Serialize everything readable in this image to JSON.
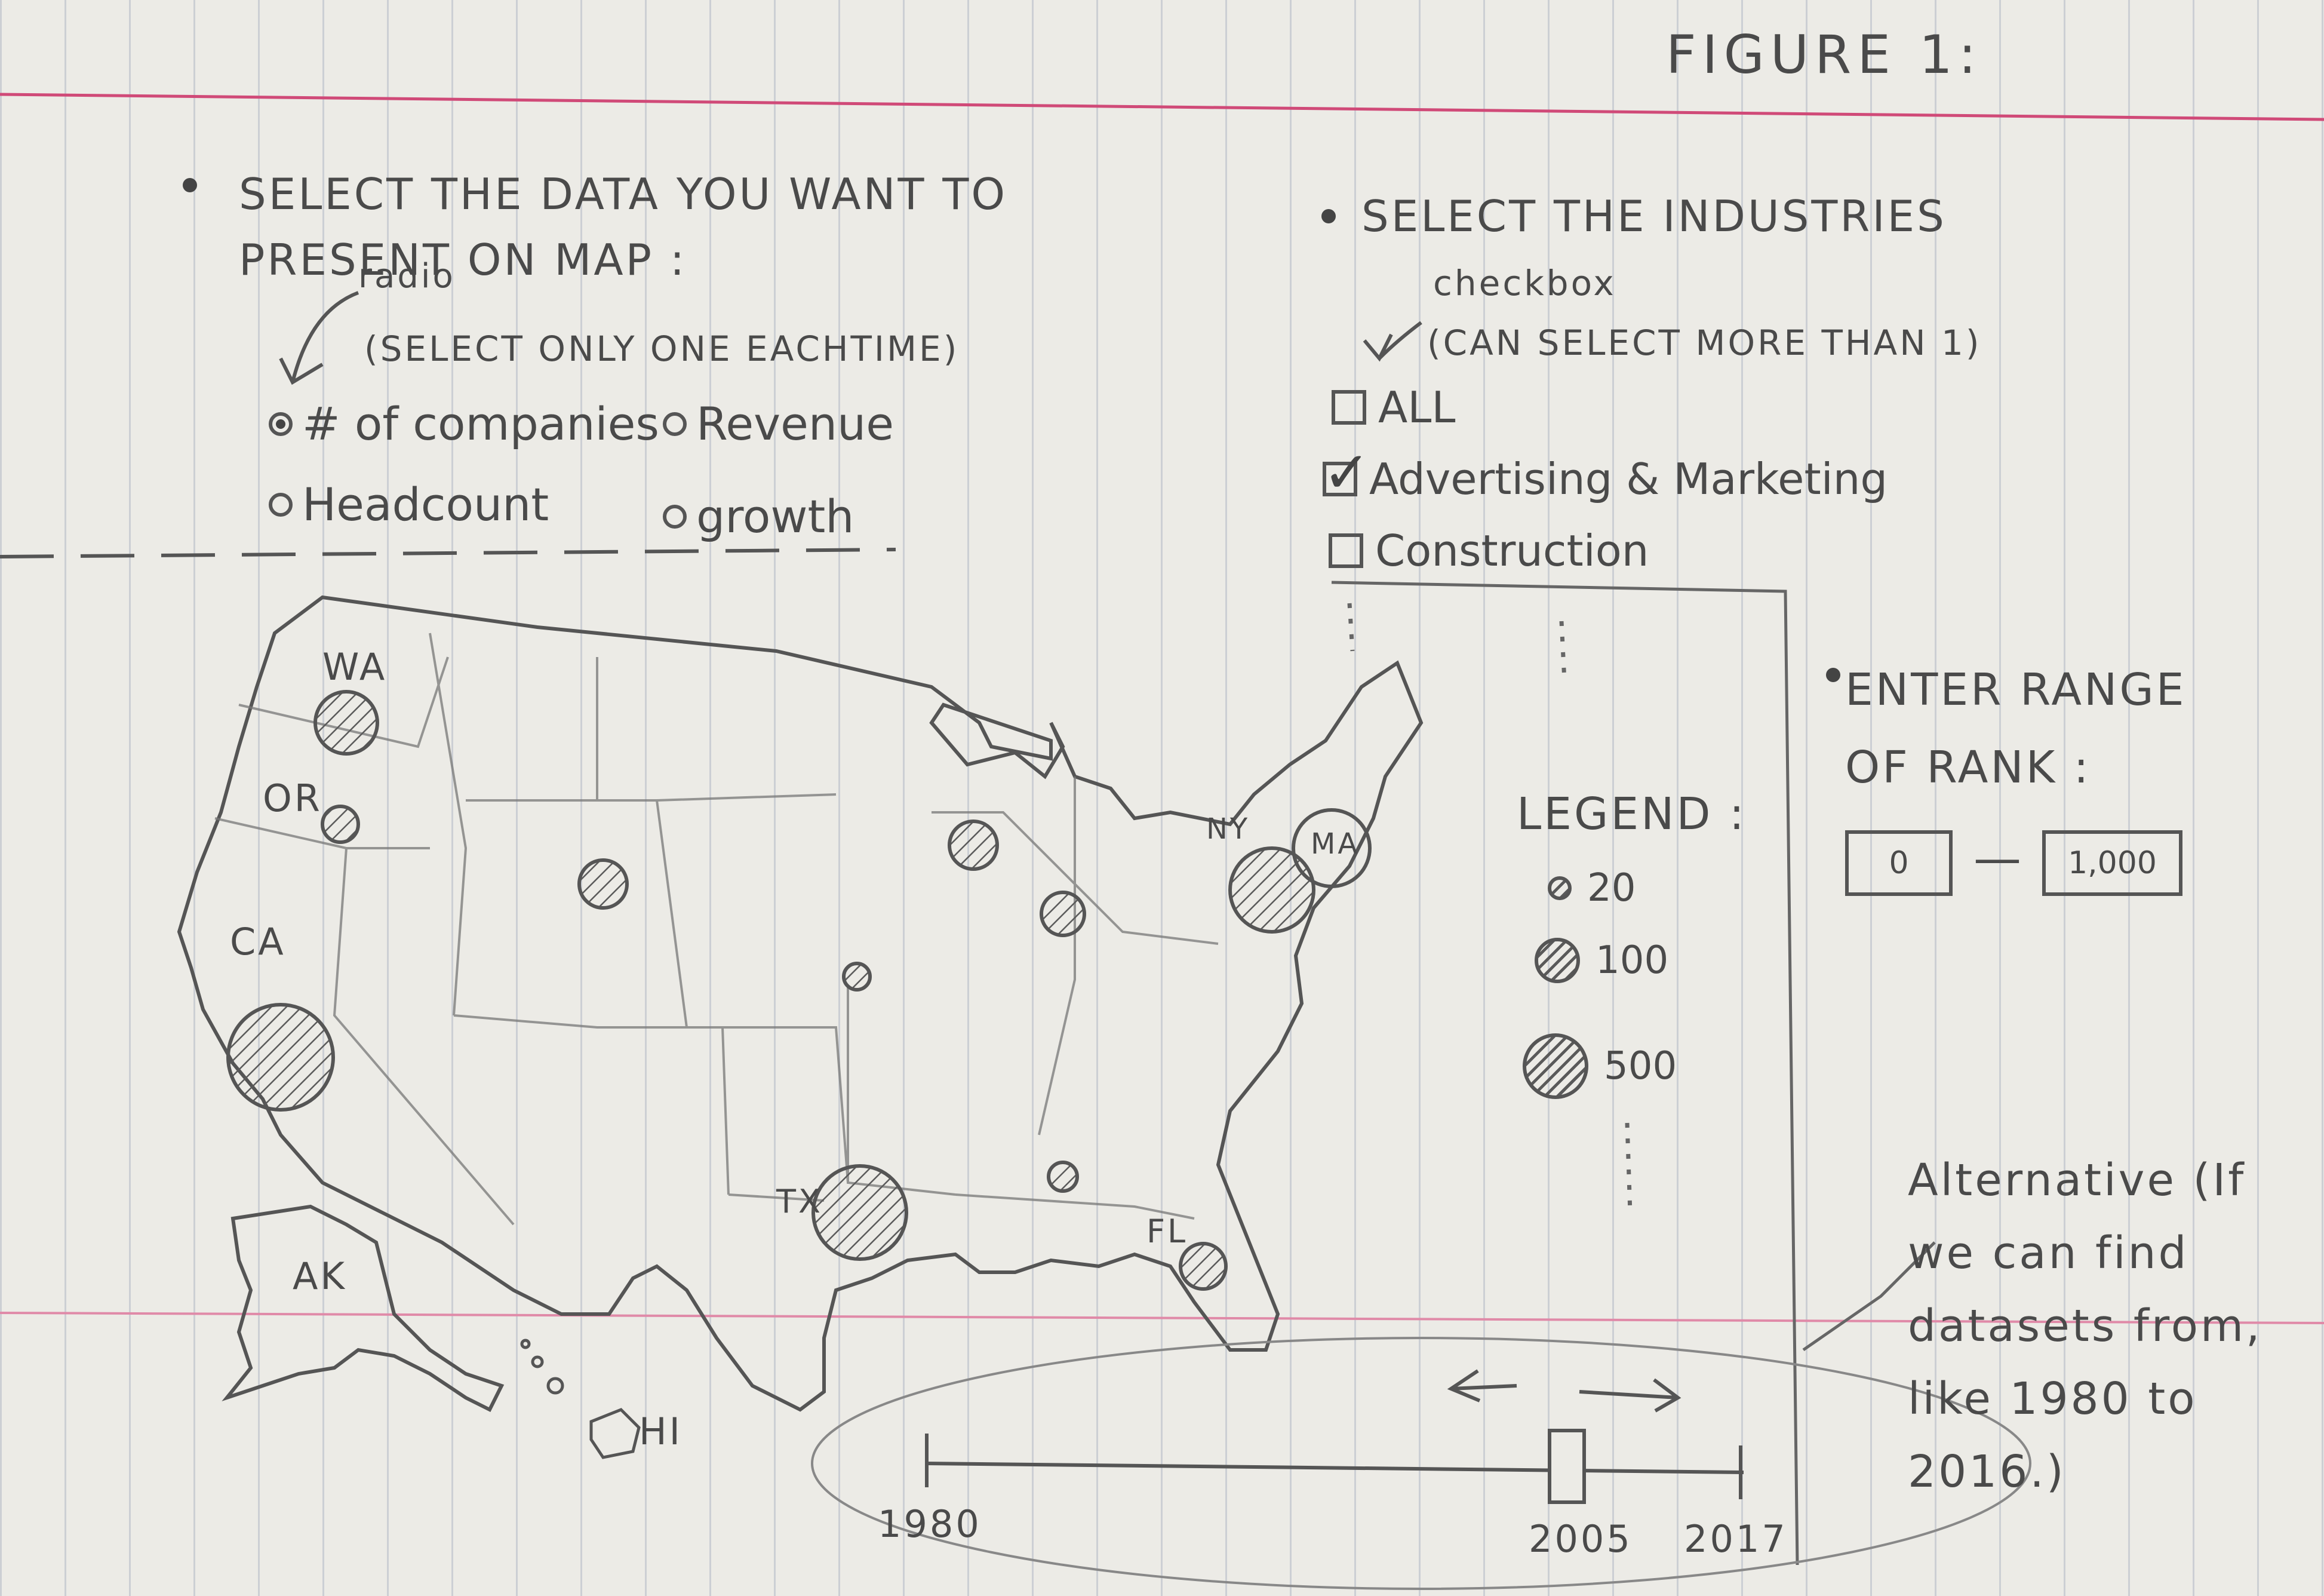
{
  "figure_title": "FIGURE 1:",
  "data_selector": {
    "heading": "SELECT THE DATA YOU WANT TO PRESENT ON MAP :",
    "control_note": "radio",
    "control_hint": "(SELECT ONLY ONE EACHTIME)",
    "options": [
      {
        "label": "# of companies",
        "selected": true
      },
      {
        "label": "Revenue",
        "selected": false
      },
      {
        "label": "Headcount",
        "selected": false
      },
      {
        "label": "growth",
        "selected": false
      }
    ]
  },
  "industry_selector": {
    "heading": "SELECT THE INDUSTRIES",
    "control_note": "checkbox",
    "control_hint": "(CAN SELECT MORE THAN 1)",
    "options": [
      {
        "label": "ALL",
        "checked": false
      },
      {
        "label": "Advertising & Marketing",
        "checked": true
      },
      {
        "label": "Construction",
        "checked": false
      }
    ]
  },
  "map": {
    "state_labels": [
      "WA",
      "OR",
      "CA",
      "NY",
      "MA",
      "TX",
      "FL",
      "AK",
      "HI"
    ]
  },
  "legend": {
    "title": "LEGEND :",
    "items": [
      {
        "value": "20"
      },
      {
        "value": "100"
      },
      {
        "value": "500"
      }
    ]
  },
  "rank_filter": {
    "heading": "ENTER RANGE OF RANK :",
    "min": "0",
    "separator": "—",
    "max": "1,000"
  },
  "timeline": {
    "start_label": "1980",
    "end_label": "2017",
    "current_label": "2005"
  },
  "alternative_note": "Alternative (If we can find datasets from, like 1980 to 2016.)",
  "colors": {
    "paper": "#ecebe6",
    "pencil": "#4a4a4a",
    "margin_line": "#d04a78",
    "background": "#0c0c18"
  }
}
